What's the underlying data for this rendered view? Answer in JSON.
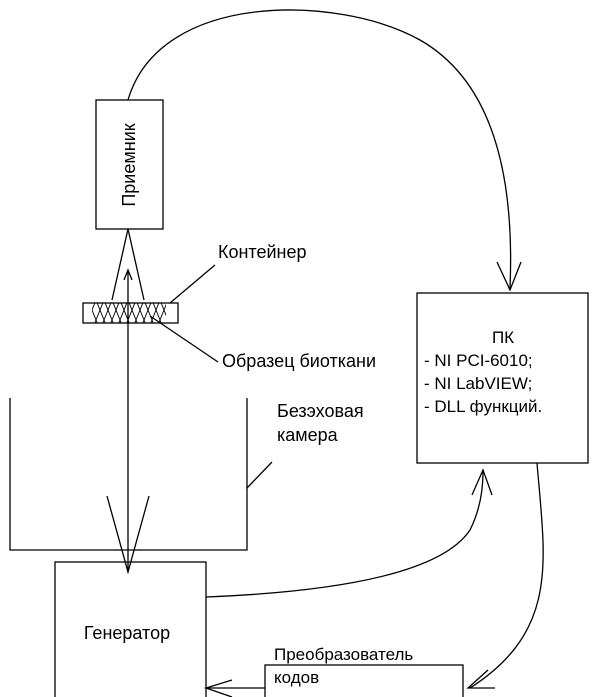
{
  "blocks": {
    "receiver": {
      "label": "Приемник"
    },
    "pc": {
      "title": "ПК",
      "lines": [
        "- NI PCI-6010;",
        "- NI LabVIEW;",
        "- DLL функций."
      ]
    },
    "generator": {
      "label": "Генератор"
    },
    "converter": {
      "lines": [
        "Преобразователь",
        "кодов"
      ]
    }
  },
  "labels": {
    "container": "Контейнер",
    "sample": "Образец биоткани",
    "chamber": [
      "Безэховая",
      "камера"
    ]
  },
  "colors": {
    "line": "#000000",
    "background": "#ffffff"
  }
}
